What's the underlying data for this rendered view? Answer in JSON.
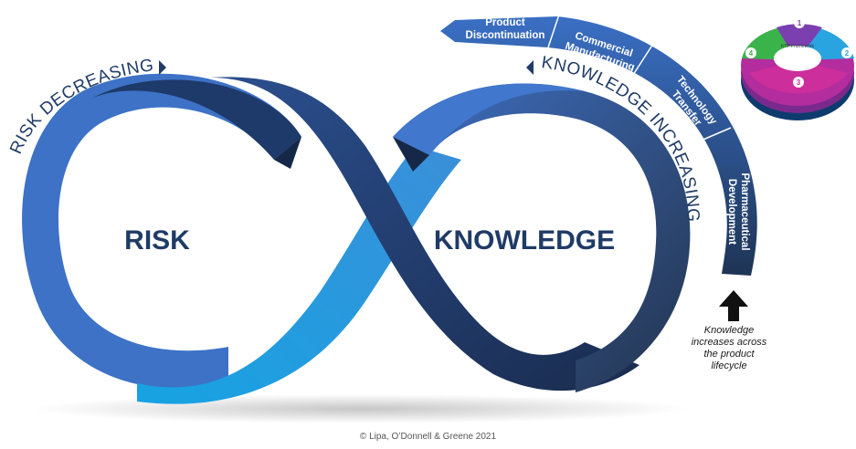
{
  "center_labels": {
    "left": "RISK",
    "right": "KNOWLEDGE"
  },
  "arc_labels": {
    "risk": "RISK DECREASING",
    "knowledge": "KNOWLEDGE INCREASING"
  },
  "lifecycle_stages": [
    {
      "line1": "Pharmaceutical",
      "line2": "Development"
    },
    {
      "line1": "Technology",
      "line2": "Transfer"
    },
    {
      "line1": "Commercial",
      "line2": "Manufacturing"
    },
    {
      "line1": "Product",
      "line2": "Discontinuation"
    }
  ],
  "note_lines": [
    "Knowledge",
    "increases across",
    "the product",
    "lifecycle"
  ],
  "cycle_badge": {
    "numbers": [
      "1",
      "2",
      "3",
      "4"
    ],
    "center_text": "KTP Framework"
  },
  "copyright": "© Lipa, O’Donnell & Greene 2021",
  "colors": {
    "dark_navy": "#1b2f54",
    "mid_blue": "#2e5597",
    "bright_blue": "#3d74c8",
    "sky_blue": "#1aa7e4",
    "slate": "#2a3a52"
  }
}
